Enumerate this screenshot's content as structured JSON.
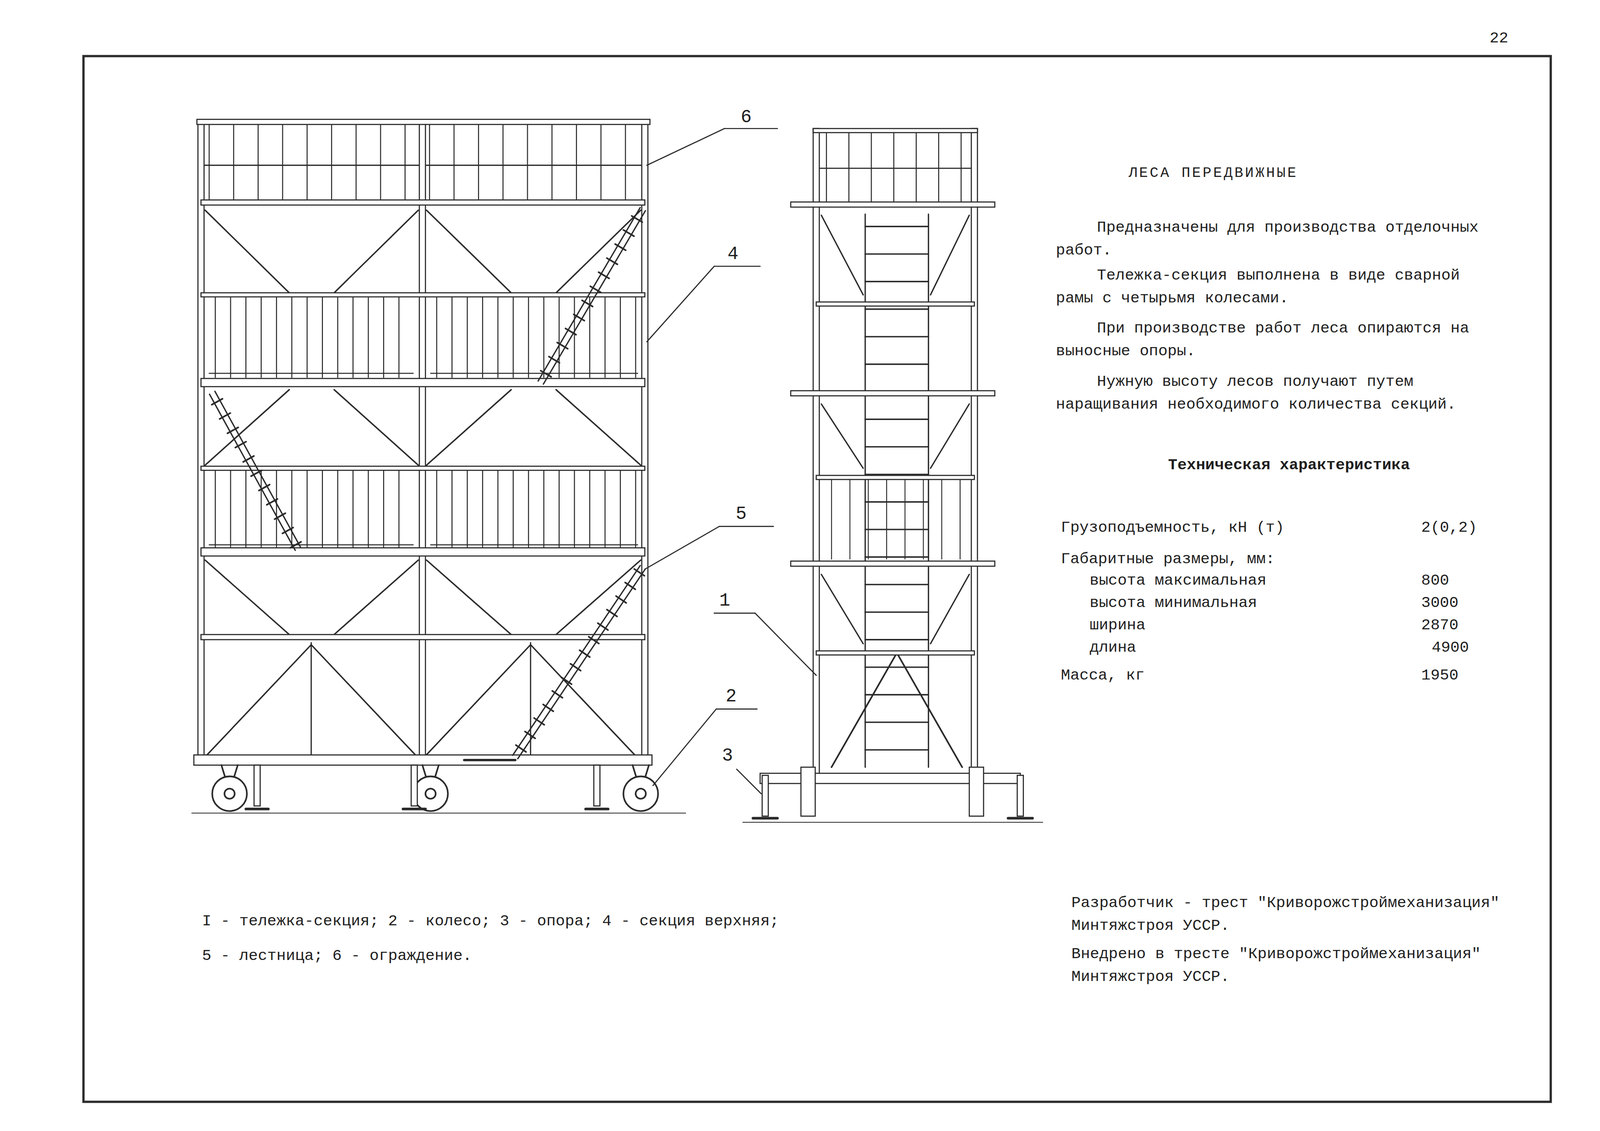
{
  "diagram": {
    "title": "ЛЕСА ПЕРЕДВИЖНЫЕ",
    "labels": [
      "22",
      "6",
      "4",
      "5",
      "2",
      "1",
      "3",
      "Предназначены для производства отделочных работ.",
      "Тележка-секция выполнена в виде сварной рамы с четырьмя колесами.",
      "При производстве работ леса опираются на выносные опоры.",
      "Нужную высоту лесов получают путем наращивания необходимого количества секций.",
      "Техническая характеристика",
      "Грузоподъемность, кН (т)",
      "2(0,2)",
      "Габаритные размеры, мм:",
      "высота максимальная",
      "800",
      "высота минимальная",
      "3000",
      "ширина",
      "2870",
      "длина",
      "4900",
      "Масса, кг",
      "1950",
      "I - тележка-секция; 2 - колесо; 3 - опора; 4 - секция верхняя;",
      "5 - лестница; 6 - ограждение.",
      "Разработчик - трест \"Криворожстроймеханизация\" Минтяжстроя УССР.",
      "Внедрено в тресте \"Криворожстроймеханизация\" Минтяжстроя УССР."
    ]
  }
}
